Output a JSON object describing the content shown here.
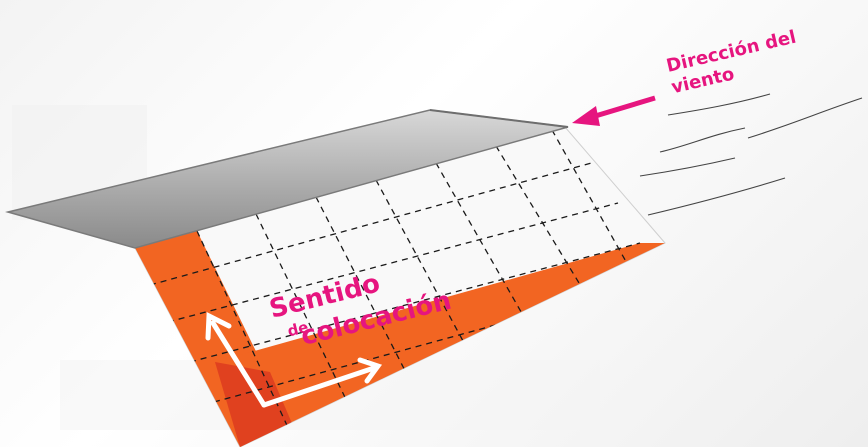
{
  "diagram": {
    "wind_label_line1": "Dirección del",
    "wind_label_line2": "viento",
    "direction_label_line1": "Sentido",
    "direction_label_line2": "de",
    "direction_label_line3": "colocación"
  },
  "colors": {
    "accent": "#e6157f",
    "tile_orange": "#f26522",
    "tile_orange_dark": "#e0411f",
    "tile_white": "#f9f9f9",
    "ridge_gray": "#9a9a9a"
  }
}
